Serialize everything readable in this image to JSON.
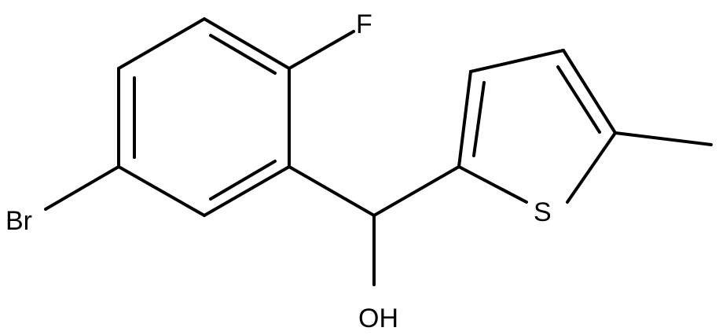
{
  "molecule": {
    "atom_labels": {
      "fluorine": "F",
      "bromine": "Br",
      "sulfur": "S",
      "hydroxyl": "OH"
    },
    "colors": {
      "bond": "#000000",
      "label": "#000000",
      "background": "#ffffff"
    }
  }
}
